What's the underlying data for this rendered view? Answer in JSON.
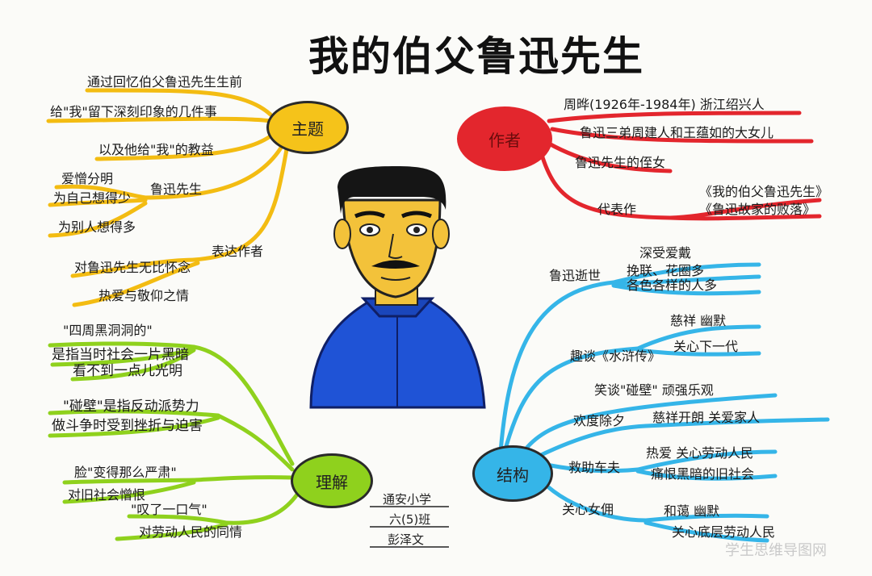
{
  "title": "我的伯父鲁迅先生",
  "nodes": {
    "theme": "主题",
    "author": "作者",
    "understand": "理解",
    "structure": "结构"
  },
  "theme": {
    "l1": "通过回忆伯父鲁迅先生生前",
    "l2": "给\"我\"留下深刻印象的几件事",
    "l3": "以及他给\"我\"的教益",
    "l4": "鲁迅先生",
    "l5": "爱憎分明",
    "l6": "为自己想得少",
    "l7": "为别人想得多",
    "l8": "表达作者",
    "l9": "对鲁迅先生无比怀念",
    "l10": "热爱与敬仰之情"
  },
  "author": {
    "l1": "周晔(1926年-1984年) 浙江绍兴人",
    "l2": "鲁迅三弟周建人和王蕴如的大女儿",
    "l3": "鲁迅先生的侄女",
    "l4": "代表作",
    "l5": "《我的伯父鲁迅先生》",
    "l6": "《鲁迅故家的败落》"
  },
  "understand": {
    "l1": "\"四周黑洞洞的\"",
    "l2": "是指当时社会一片黑暗",
    "l3": "看不到一点儿光明",
    "l4": "\"碰壁\"是指反动派势力",
    "l5": "做斗争时受到挫折与迫害",
    "l6": "脸\"变得那么严肃\"",
    "l7": "对旧社会憎恨",
    "l8": "\"叹了一口气\"",
    "l9": "对劳动人民的同情"
  },
  "structure": {
    "l1": "鲁迅逝世",
    "l2": "深受爱戴",
    "l3": "挽联、花圈多",
    "l4": "各色各样的人多",
    "l5": "趣谈《水浒传》",
    "l6": "慈祥 幽默",
    "l7": "关心下一代",
    "l8": "笑谈\"碰壁\" 顽强乐观",
    "l9": "欢度除夕",
    "l10": "慈祥开朗 关爱家人",
    "l11": "救助车夫",
    "l12": "热爱 关心劳动人民",
    "l13": "痛恨黑暗的旧社会",
    "l14": "关心女佣",
    "l15": "和蔼 幽默",
    "l16": "关心底层劳动人民"
  },
  "signature": {
    "school": "通安小学",
    "class": "六(5)班",
    "name": "彭泽文"
  },
  "watermark": "学生思维导图网",
  "colors": {
    "theme": "#f5c31a",
    "author": "#e3262d",
    "understand": "#8fd11d",
    "structure": "#35b5e8"
  },
  "icons": [
    "portrait-lu-xun"
  ]
}
